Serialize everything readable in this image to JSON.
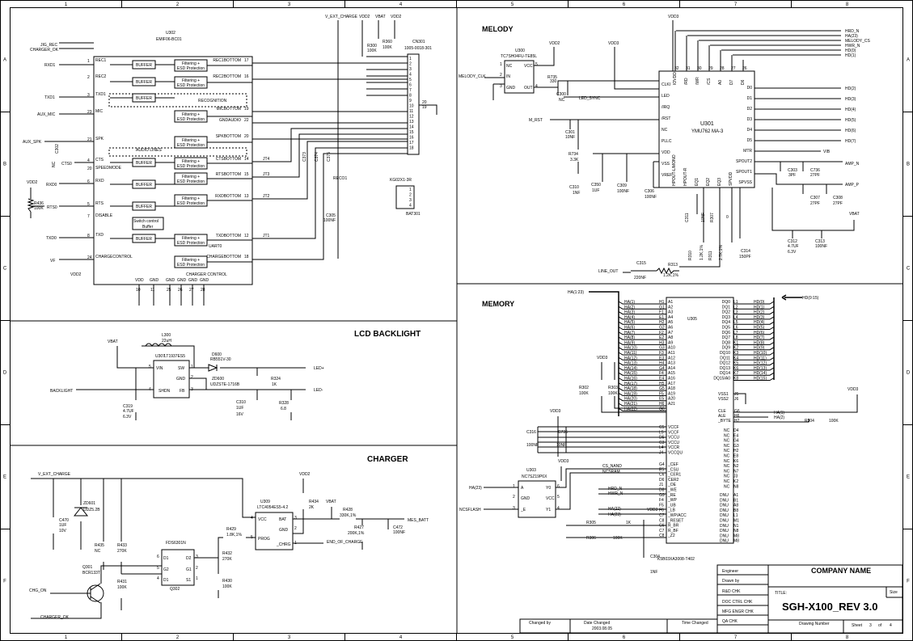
{
  "frame": {
    "columns": [
      "1",
      "2",
      "3",
      "4",
      "5",
      "6",
      "7",
      "8"
    ],
    "rows": [
      "A",
      "B",
      "C",
      "D",
      "E",
      "F"
    ]
  },
  "sections": {
    "melody": "MELODY",
    "memory": "MEMORY",
    "lcd_backlight": "LCD BACKLIGHT",
    "charger": "CHARGER"
  },
  "u302": {
    "ref": "U302",
    "part": "EMIF06-BC01",
    "recognition": "RECOGNITION",
    "audio_lines": "AUDIO LINES",
    "charger_control": "CHARGER CONTROL",
    "uart0": "UART0",
    "buffer": "BUFFER",
    "filter1": "Filtering +",
    "filter2": "ESD Protection",
    "switch1": "Switch control",
    "switch2": "Buffer",
    "left_pins": [
      {
        "num": "1",
        "name": "REC1"
      },
      {
        "num": "2",
        "name": "REC2"
      },
      {
        "num": "3",
        "name": "TXD1"
      },
      {
        "num": "23",
        "name": "MIC"
      },
      {
        "num": "21",
        "name": "SPK"
      },
      {
        "num": "4",
        "name": "CTS"
      },
      {
        "num": "20",
        "name": "SPEEDMODE"
      },
      {
        "num": "6",
        "name": "RXD"
      },
      {
        "num": "5",
        "name": "RTS"
      },
      {
        "num": "7",
        "name": "DISABLE"
      },
      {
        "num": "8",
        "name": "TXD"
      },
      {
        "num": "24",
        "name": "CHARGECONTROL"
      }
    ],
    "right_pins": [
      {
        "num": "17",
        "name": "REC1BOTTOM"
      },
      {
        "num": "16",
        "name": "REC2BOTTOM"
      },
      {
        "num": "19",
        "name": "MICBOTTOM"
      },
      {
        "num": "22",
        "name": "GNDAUDIO"
      },
      {
        "num": "20",
        "name": "SPKBOTTOM"
      },
      {
        "num": "14",
        "name": "CTSBOTTOM"
      },
      {
        "num": "15",
        "name": "RTSBOTTOM"
      },
      {
        "num": "13",
        "name": "RXDBOTTOM"
      },
      {
        "num": "12",
        "name": "TXDBOTTOM"
      },
      {
        "num": "18",
        "name": "CHARGEBOTTOM"
      }
    ],
    "bottom_pins": [
      "10",
      "11",
      "25",
      "26",
      "27",
      "28"
    ],
    "bottom_labels": [
      "VDD",
      "GND",
      "GND",
      "GND",
      "GND",
      "GND"
    ]
  },
  "nets_left": {
    "jig_rec": "JIG_REC",
    "charger_ok": "CHARGER_OK",
    "rxd1": "RXD1",
    "txd1": "TXD1",
    "aux_mic": "AUX_MIC",
    "aux_spk": "AUX_SPK",
    "cts0": "CTS0",
    "rxd0": "RXD0",
    "rts0": "RTS0",
    "txd0": "TXD0",
    "vf": "VF",
    "vdd2a": "VDD2",
    "vdd2b": "VDD2"
  },
  "cn301": {
    "ref": "CN301",
    "part": "1005-0018-301",
    "pins": [
      "1",
      "2",
      "3",
      "4",
      "5",
      "6",
      "7",
      "8",
      "9",
      "10",
      "11",
      "12",
      "13",
      "14",
      "15",
      "16",
      "17",
      "18"
    ],
    "extra": [
      "20",
      "19"
    ]
  },
  "top_nets": {
    "vext": "V_EXT_CHARGE",
    "vdd2": "VDD2",
    "vbat": "VBAT",
    "vdd2b": "VDD2"
  },
  "parts_a": {
    "r300": "R300",
    "r300v": "100K",
    "r360": "R360",
    "r360v": "100K",
    "c302": "C302",
    "nc": "NC",
    "c373": "C373",
    "c374": "C374",
    "c375": "C375",
    "jt4": "JT4",
    "jt3": "JT3",
    "jt2": "JT2",
    "jt1": "JT1",
    "reco1": "RECO1",
    "r436": "R436",
    "r436v": "100K",
    "c305": "C305",
    "c305v": "100NF",
    "kg": "KG02X1-3R",
    "bat": "BAT301",
    "kgpins": [
      "1",
      "2",
      "3",
      "4"
    ]
  },
  "melody": {
    "u300": "U300",
    "u300part": "TC7SH04FU-TE85L",
    "u300pins": [
      "NC",
      "IN",
      "GND",
      "VCC",
      "OUT"
    ],
    "u300nums": [
      "1",
      "2",
      "3",
      "5",
      "4"
    ],
    "melody_clk": "MELODY_CLK",
    "vdd2": "VDD2",
    "vdd3": "VDD3",
    "vdd3b": "VDD3",
    "r735": "R735",
    "r735v": "330",
    "c300": "C300",
    "c300v": "NC",
    "led_sync": "LED_SYNC",
    "m_rst": "M_RST",
    "c301": "C301",
    "c301v": "10NF",
    "r734": "R734",
    "r734v": "3.3K",
    "c310": "C310",
    "c310v": "1NF",
    "c350": "C350",
    "c350v": "1UF",
    "c309": "C309",
    "c309v": "100NF",
    "c306": "C306",
    "c306v": "100NF",
    "u301": "U301",
    "u301part": "YMU762 MA-3",
    "left": [
      "CLKI",
      "LED",
      "/IRQ",
      "/RST",
      "NC",
      "PLLC",
      "VDD",
      "VSS",
      "VREF"
    ],
    "leftnums": [
      "",
      "",
      "",
      "",
      "",
      "",
      "",
      "",
      ""
    ],
    "top": [
      "IOVDD",
      "/RD",
      "/WR",
      "/CS",
      "A0",
      "D7",
      "D6"
    ],
    "topnums": [
      "32",
      "31",
      "30",
      "29",
      "28",
      "27",
      "26"
    ],
    "right": [
      "D0",
      "D1",
      "D2",
      "D3",
      "D4",
      "D5",
      "MTR",
      "SPOUT2",
      "SPOUT1",
      "SPVSS"
    ],
    "bottom": [
      "HPOUT-L/MONO",
      "HPOUT-R",
      "EQ1",
      "EQ2",
      "EQ3",
      "SPVDD"
    ],
    "hd_top": [
      "HRD_N",
      "HA(23)",
      "MELODY_CS",
      "HWR_N",
      "HD(0)",
      "HD(1)"
    ],
    "hd_right": [
      "HD(2)",
      "HD(3)",
      "HD(4)",
      "HD(5)",
      "HD(6)",
      "HD(7)"
    ],
    "vib": "VIB",
    "amp_n": "AMP_N",
    "amp_p": "AMP_P",
    "c303": "C303",
    "c303v": "3PF",
    "c736": "C736",
    "c736v": "27PF",
    "c307": "C307",
    "c307v": "27PF",
    "c308": "C308",
    "c308v": "27PF",
    "vbat": "VBAT",
    "c312": "C312",
    "c312v": "4.7UF",
    "c312v2": "6.3V",
    "c313": "C313",
    "c313v": "100NF",
    "c311": "C311",
    "c311v": "10NF",
    "r307": "R307",
    "r307v": "0",
    "r310": "R310",
    "r310v": "1.2K,1%",
    "r311": "R311",
    "r311v": "2.7K,1%",
    "c314": "C314",
    "c314v": "150PF",
    "line_out": "LINE_OUT",
    "c315": "C315",
    "c315v": "220NF",
    "r313": "R313",
    "r313v": "1.2K,1%"
  },
  "memory": {
    "ha_bus": "HA(1:23)",
    "hd_bus": "HD(0:15)",
    "u305": "U305",
    "part": "K5B03XA3008-T402",
    "ha": [
      "HA(1)",
      "HA(2)",
      "HA(3)",
      "HA(4)",
      "HA(5)",
      "HA(6)",
      "HA(7)",
      "HA(8)",
      "HA(9)",
      "HA(10)",
      "HA(11)",
      "HA(12)",
      "HA(13)",
      "HA(14)",
      "HA(15)",
      "HA(16)",
      "HA(17)",
      "HA(18)",
      "HA(19)",
      "HA(20)",
      "HA(21)",
      "HA(22)"
    ],
    "balls": [
      "H1",
      "G1",
      "F1",
      "E1",
      "H2",
      "G2",
      "F2",
      "E2",
      "H3",
      "G3",
      "F3",
      "E3",
      "H4",
      "G4",
      "F4",
      "E4",
      "H5",
      "G5",
      "F5",
      "E5",
      "H6",
      "G6"
    ],
    "a": [
      "A1",
      "A2",
      "A3",
      "A4",
      "A5",
      "A6",
      "A7",
      "A8",
      "A9",
      "A10",
      "A11",
      "A12",
      "A13",
      "A14",
      "A15",
      "A16",
      "A17",
      "A18",
      "A19",
      "A20",
      "A21"
    ],
    "dq": [
      "DQ0",
      "DQ1",
      "DQ2",
      "DQ3",
      "DQ4",
      "DQ5",
      "DQ6",
      "DQ7",
      "DQ8",
      "DQ9",
      "DQ10",
      "DQ11",
      "DQ12",
      "DQ13",
      "DQ14",
      "DQ15/A0"
    ],
    "dqballs": [
      "L1",
      "L2",
      "L3",
      "L4",
      "L5",
      "L6",
      "L7",
      "L8",
      "K1",
      "K2",
      "K3",
      "K4",
      "K5",
      "K6",
      "K7",
      "K8"
    ],
    "hd": [
      "HD(0)",
      "HD(1)",
      "HD(2)",
      "HD(3)",
      "HD(4)",
      "HD(5)",
      "HD(6)",
      "HD(7)",
      "HD(8)",
      "HD(9)",
      "HD(10)",
      "HD(11)",
      "HD(12)",
      "HD(13)",
      "HD(14)",
      "HD(15)"
    ],
    "vss": [
      "VSS1",
      "VSS2"
    ],
    "vssballs": [
      "J5",
      "J6"
    ],
    "cle": [
      "CLE",
      "ALE",
      "_BYTE"
    ],
    "cleballs": [
      "G6",
      "H6",
      "H7"
    ],
    "ha_right": [
      "HA(1)",
      "HA(2)"
    ],
    "vdd3": "VDD3",
    "vdd3b": "VDD3",
    "vdd3c": "VDD3",
    "r302": "R302",
    "r302v": "100K",
    "r303": "R303",
    "r303v": "100K",
    "r304": "R304",
    "r304v": "100K",
    "c316": "C316",
    "c316v": "100NF",
    "c735": "C735",
    "c735v": "10NF",
    "vcc": [
      "VCCF",
      "VCCF",
      "VCCU",
      "VCCU",
      "VCCR",
      "VCCQU"
    ],
    "vccballs": [
      "C5",
      "L5",
      "D5",
      "C3",
      "L4",
      "J4"
    ],
    "nc_right": [
      "NC",
      "NC",
      "NC",
      "NC",
      "NC",
      "NC",
      "NC",
      "NC",
      "NC",
      "NC",
      "NC",
      "NC"
    ],
    "ncballs": [
      "D4",
      "E4",
      "G4",
      "G3",
      "H2",
      "E8",
      "K6",
      "N2",
      "N7",
      "J3",
      "K2",
      "N8"
    ],
    "dnu": [
      "DNU",
      "DNU",
      "DNU",
      "DNU",
      "DNU",
      "DNU",
      "DNU",
      "DNU",
      "DNU",
      "DNU"
    ],
    "dnuballs": [
      "A1",
      "B1",
      "A8",
      "B8",
      "L1",
      "M1",
      "N1",
      "N8",
      "M8",
      "M8"
    ],
    "u303": "U303",
    "u303part": "NC7SZ19P6X",
    "u303pins": [
      "A",
      "GND",
      "_E",
      "Y0",
      "VCC",
      "Y1"
    ],
    "u303nums": [
      "1",
      "2",
      "3",
      "6",
      "5",
      "4"
    ],
    "ha23": "HA(23)",
    "ncsflash": "NCSFLASH",
    "cs_nand": "CS_NAND",
    "ncsram": "NCSRAM",
    "ctl": [
      "_CEF",
      "_CSU",
      "_CER1",
      "CER2",
      "_OE",
      "_WE",
      "_RE",
      "_WP",
      "_UB",
      "_LB",
      "_WP/ACC",
      "_RESET",
      "R_BR",
      "R_BF",
      "_Z2"
    ],
    "ctlballs": [
      "G4",
      "E5",
      "C6",
      "D6",
      "J1",
      "D8",
      "G9",
      "F4",
      "F5",
      "F6",
      "C7",
      "C8",
      "C6",
      "C7",
      "C8"
    ],
    "hrd_n": "HRD_N",
    "hwr_n": "HWR_N",
    "ha22": "HA(22)",
    "ha23b": "HA(23)",
    "r305": "R305",
    "r305v": "1K",
    "r306": "R306",
    "r306v": "100K",
    "c304": "C304",
    "c304v": "1NF"
  },
  "lcd": {
    "vbat": "VBAT",
    "l300": "L300",
    "l300v": "22uH",
    "u307": "U307",
    "u307part": "LT1937ES5",
    "u307pins": [
      "VIN",
      "SHDN",
      "SW",
      "GND",
      "FB"
    ],
    "u307nums": [
      "5",
      "4",
      "1",
      "2",
      "3"
    ],
    "d600": "D600",
    "d600part": "RB551V-30",
    "zd600": "ZD600",
    "zd600part": "UDZSTE-1716B",
    "r324": "R324",
    "r324v": "1K",
    "r328": "R328",
    "r328v": "6.8",
    "c310": "C310",
    "c310v": "1UF",
    "c310v2": "16V",
    "c319": "C319",
    "c319v": "4.7UF",
    "c319v2": "6.3V",
    "backlight": "BACKLIGHT",
    "ledp": "LED+",
    "ledm": "LED-"
  },
  "charger": {
    "vext": "V_EXT_CHARGE",
    "zd601": "ZD601",
    "zd601v": "UDZ5.2B",
    "c470": "C470",
    "c470v": "1UF",
    "c470v2": "10V",
    "r435": "R435",
    "r435v": "NC",
    "r433": "R433",
    "r433v": "270K",
    "r431": "R431",
    "r431v": "100K",
    "q301": "Q301",
    "q301part": "BCR133T",
    "chg_on": "CHG_ON",
    "charger_ok": "CHARGER_OK",
    "fds": "FDS6301N",
    "q302": "Q302",
    "fdspins": [
      "D1",
      "G2",
      "D1",
      "D2",
      "G1",
      "S1"
    ],
    "fdsnums": [
      "6",
      "5",
      "4",
      "3",
      "2",
      "1"
    ],
    "r432": "R432",
    "r432v": "270K",
    "r430": "R430",
    "r430v": "100K",
    "r429": "R429",
    "r429v": "1.8K,1%",
    "u309": "U309",
    "u309part": "LTC4054ES5-4.2",
    "u309pins": [
      "VCC",
      "PROG",
      "BAT",
      "GND",
      "_CHRG"
    ],
    "u309nums": [
      "4",
      "5",
      "3",
      "2",
      "1"
    ],
    "vdd2": "VDD2",
    "r434": "R434",
    "r434v": "2K",
    "vbat": "VBAT",
    "r428": "R428",
    "r428v": "330K,1%",
    "r427": "R427",
    "r427v": "200K,1%",
    "c472": "C472",
    "c472v": "100NF",
    "mes_batt": "MES_BATT",
    "end_of_charge": "END_OF_CHARGE"
  },
  "title_block": {
    "engineer": "Engineer",
    "drawn_by": "Drawn by",
    "rd_chk": "R&D CHK",
    "doc_ctrl": "DOC CTRL CHK",
    "mfg_engr": "MFG ENGR CHK",
    "qa_chk": "QA CHK",
    "company": "COMPANY NAME",
    "title_label": "TITLE:",
    "title": "SGH-X100_REV 3.0",
    "size": "Size",
    "drawing_number": "Drawing Number",
    "sheet": "Sheet",
    "sheet_num": "3",
    "of": "of",
    "sheet_total": "4",
    "changed_by": "Changed by",
    "date_changed": "Date Changed",
    "date": "2003.08.05",
    "time_changed": "Time Changed"
  }
}
